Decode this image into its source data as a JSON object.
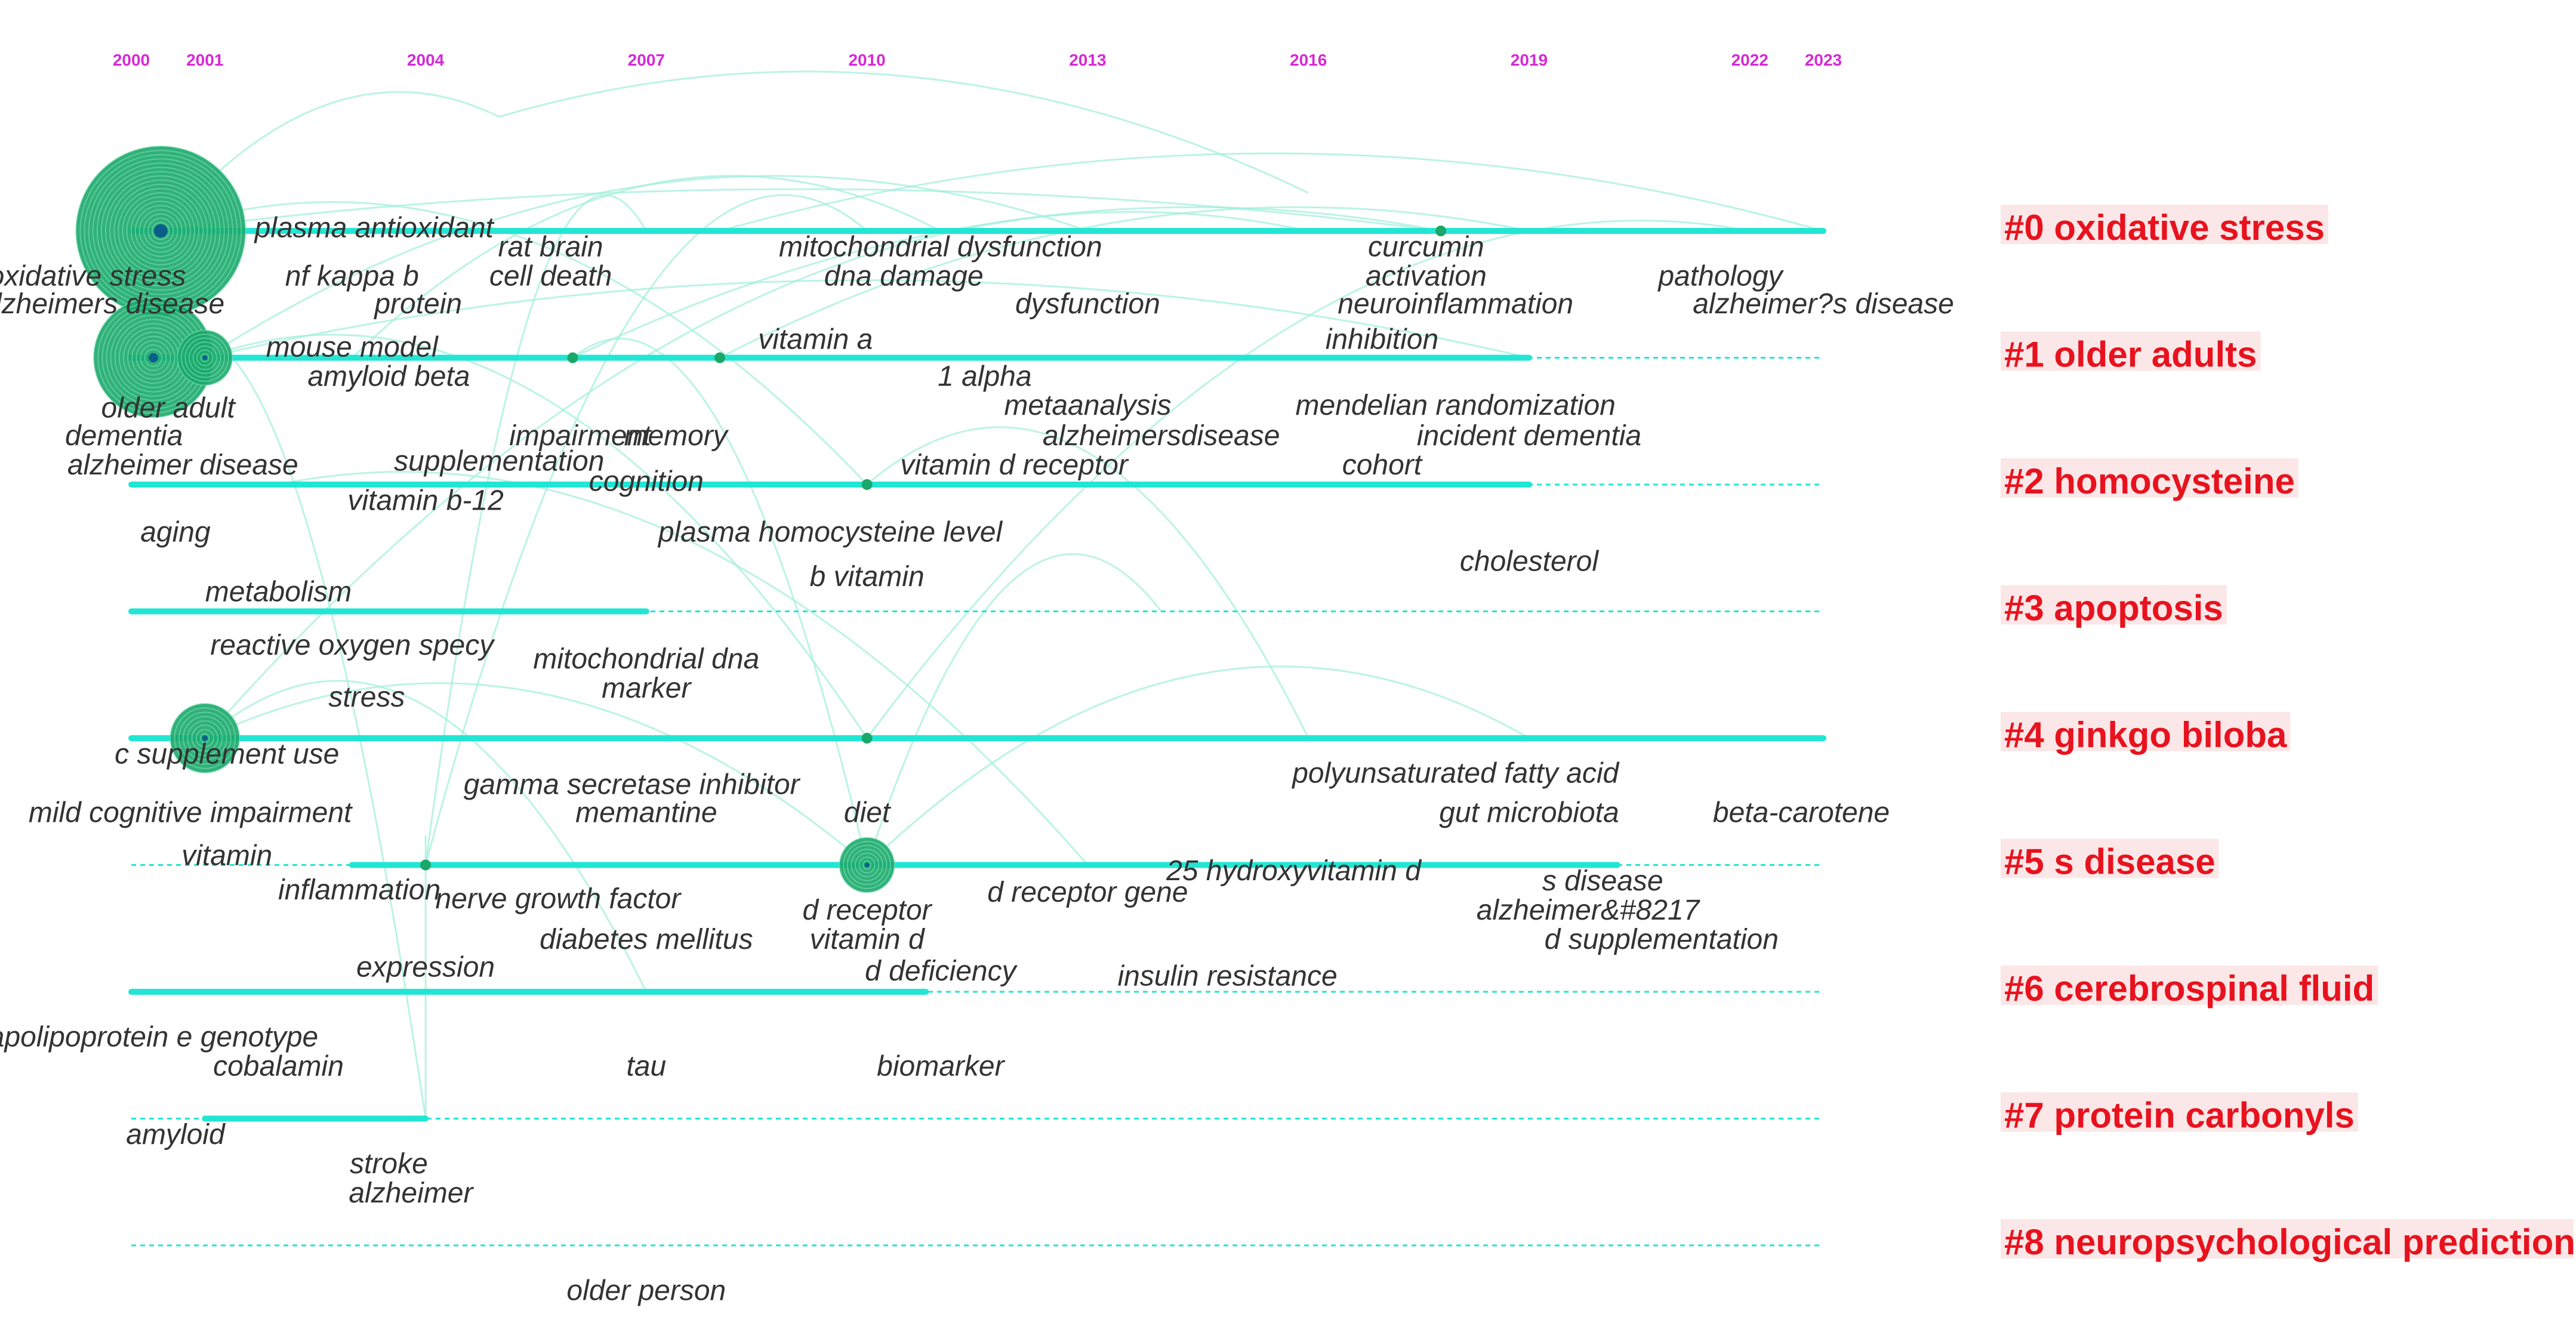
{
  "chart_data": {
    "type": "timeline",
    "colors": {
      "year": "#d629d6",
      "cluster_label": "#e8121e",
      "cluster_label_bg": "#fbe7e7",
      "line": "#22e6d3",
      "node": "#1aa86a",
      "node_core": "#0b5e8a",
      "link": "#9eeedc",
      "text": "#333333"
    },
    "x_range": [
      2000,
      2023
    ],
    "years": [
      {
        "label": "2000",
        "x": 2000
      },
      {
        "label": "2001",
        "x": 2001
      },
      {
        "label": "2004",
        "x": 2004
      },
      {
        "label": "2007",
        "x": 2007
      },
      {
        "label": "2010",
        "x": 2010
      },
      {
        "label": "2013",
        "x": 2013
      },
      {
        "label": "2016",
        "x": 2016
      },
      {
        "label": "2019",
        "x": 2019
      },
      {
        "label": "2022",
        "x": 2022
      },
      {
        "label": "2023",
        "x": 2023
      }
    ],
    "clusters": [
      {
        "id": 0,
        "label": "#0 oxidative stress",
        "spans": [
          [
            2000,
            2023
          ]
        ]
      },
      {
        "id": 1,
        "label": "#1 older adults",
        "spans": [
          [
            2000,
            2019
          ]
        ]
      },
      {
        "id": 2,
        "label": "#2 homocysteine",
        "spans": [
          [
            2000,
            2019
          ]
        ]
      },
      {
        "id": 3,
        "label": "#3 apoptosis",
        "spans": [
          [
            2000,
            2007
          ]
        ]
      },
      {
        "id": 4,
        "label": "#4 ginkgo biloba",
        "spans": [
          [
            2000,
            2023
          ]
        ]
      },
      {
        "id": 5,
        "label": "#5 s disease",
        "spans": [
          [
            2003,
            2020.2
          ]
        ]
      },
      {
        "id": 6,
        "label": "#6 cerebrospinal fluid",
        "spans": [
          [
            2000,
            2010.8
          ]
        ]
      },
      {
        "id": 7,
        "label": "#7 protein carbonyls",
        "spans": [
          [
            2001,
            2004
          ]
        ]
      },
      {
        "id": 8,
        "label": "#8 neuropsychological prediction",
        "spans": []
      }
    ],
    "nodes": [
      {
        "cluster": 0,
        "x": 2000.4,
        "size": 5
      },
      {
        "cluster": 0,
        "x": 2017.8,
        "size": 1
      },
      {
        "cluster": 1,
        "x": 2000.3,
        "size": 4
      },
      {
        "cluster": 1,
        "x": 2001.0,
        "size": 2
      },
      {
        "cluster": 1,
        "x": 2006.0,
        "size": 1
      },
      {
        "cluster": 1,
        "x": 2008.0,
        "size": 1
      },
      {
        "cluster": 2,
        "x": 2010.0,
        "size": 1
      },
      {
        "cluster": 4,
        "x": 2001.0,
        "size": 3
      },
      {
        "cluster": 4,
        "x": 2010.0,
        "size": 1
      },
      {
        "cluster": 5,
        "x": 2010.0,
        "size": 2
      },
      {
        "cluster": 5,
        "x": 2004.0,
        "size": 1
      }
    ],
    "keywords": [
      {
        "text": "plasma antioxidant",
        "x": 2003.3,
        "y": 0.05
      },
      {
        "text": "oxidative stress",
        "x": 1999.4,
        "y": 0.43
      },
      {
        "text": "alzheimers disease",
        "x": 1999.6,
        "y": 0.65
      },
      {
        "text": "nf kappa b",
        "x": 2003.0,
        "y": 0.43
      },
      {
        "text": "protein",
        "x": 2003.9,
        "y": 0.65
      },
      {
        "text": "rat brain",
        "x": 2005.7,
        "y": 0.2
      },
      {
        "text": "cell death",
        "x": 2005.7,
        "y": 0.43
      },
      {
        "text": "mitochondrial dysfunction",
        "x": 2011.0,
        "y": 0.2
      },
      {
        "text": "dna damage",
        "x": 2010.5,
        "y": 0.43
      },
      {
        "text": "dysfunction",
        "x": 2013.0,
        "y": 0.65
      },
      {
        "text": "curcumin",
        "x": 2017.6,
        "y": 0.2
      },
      {
        "text": "activation",
        "x": 2017.6,
        "y": 0.43
      },
      {
        "text": "neuroinflammation",
        "x": 2018.0,
        "y": 0.65
      },
      {
        "text": "pathology",
        "x": 2021.6,
        "y": 0.43
      },
      {
        "text": "alzheimer?s disease",
        "x": 2023.0,
        "y": 0.65
      },
      {
        "text": "mouse model",
        "x": 2003.0,
        "y": 0.99
      },
      {
        "text": "vitamin a",
        "x": 2009.3,
        "y": 0.93
      },
      {
        "text": "inhibition",
        "x": 2017.0,
        "y": 0.93
      },
      {
        "text": "amyloid beta",
        "x": 2003.5,
        "y": 1.22
      },
      {
        "text": "1 alpha",
        "x": 2011.6,
        "y": 1.22
      },
      {
        "text": "older adult",
        "x": 2000.5,
        "y": 1.47
      },
      {
        "text": "metaanalysis",
        "x": 2013.0,
        "y": 1.45
      },
      {
        "text": "mendelian randomization",
        "x": 2018.0,
        "y": 1.45
      },
      {
        "text": "dementia",
        "x": 1999.9,
        "y": 1.69
      },
      {
        "text": "impairment",
        "x": 2006.1,
        "y": 1.69
      },
      {
        "text": "memory",
        "x": 2007.4,
        "y": 1.69
      },
      {
        "text": "alzheimersdisease",
        "x": 2014.0,
        "y": 1.69
      },
      {
        "text": "incident dementia",
        "x": 2019.0,
        "y": 1.69
      },
      {
        "text": "alzheimer disease",
        "x": 2000.7,
        "y": 1.92
      },
      {
        "text": "supplementation",
        "x": 2005.0,
        "y": 1.89
      },
      {
        "text": "vitamin d receptor",
        "x": 2012.0,
        "y": 1.92
      },
      {
        "text": "cohort",
        "x": 2017.0,
        "y": 1.92
      },
      {
        "text": "cognition",
        "x": 2007.0,
        "y": 2.05
      },
      {
        "text": "vitamin b-12",
        "x": 2004.0,
        "y": 2.2
      },
      {
        "text": "aging",
        "x": 2000.6,
        "y": 2.45
      },
      {
        "text": "plasma homocysteine level",
        "x": 2009.5,
        "y": 2.45
      },
      {
        "text": "b vitamin",
        "x": 2010.0,
        "y": 2.8
      },
      {
        "text": "cholesterol",
        "x": 2019.0,
        "y": 2.68
      },
      {
        "text": "metabolism",
        "x": 2002.0,
        "y": 2.92
      },
      {
        "text": "reactive oxygen specy",
        "x": 2003.0,
        "y": 3.34
      },
      {
        "text": "mitochondrial dna",
        "x": 2007.0,
        "y": 3.45
      },
      {
        "text": "marker",
        "x": 2007.0,
        "y": 3.68
      },
      {
        "text": "stress",
        "x": 2003.2,
        "y": 3.75
      },
      {
        "text": "c supplement use",
        "x": 2001.3,
        "y": 4.2
      },
      {
        "text": "polyunsaturated fatty acid",
        "x": 2018.0,
        "y": 4.35
      },
      {
        "text": "gamma secretase inhibitor",
        "x": 2006.8,
        "y": 4.44
      },
      {
        "text": "mild cognitive impairment",
        "x": 2000.8,
        "y": 4.66
      },
      {
        "text": "memantine",
        "x": 2007.0,
        "y": 4.66
      },
      {
        "text": "diet",
        "x": 2010.0,
        "y": 4.66
      },
      {
        "text": "gut microbiota",
        "x": 2019.0,
        "y": 4.66
      },
      {
        "text": "beta-carotene",
        "x": 2022.7,
        "y": 4.66
      },
      {
        "text": "vitamin",
        "x": 2001.3,
        "y": 5.0
      },
      {
        "text": "25 hydroxyvitamin d",
        "x": 2015.8,
        "y": 5.12
      },
      {
        "text": "s disease",
        "x": 2020.0,
        "y": 5.2
      },
      {
        "text": "inflammation",
        "x": 2003.1,
        "y": 5.27
      },
      {
        "text": "nerve growth factor",
        "x": 2005.8,
        "y": 5.34
      },
      {
        "text": "d receptor",
        "x": 2010.0,
        "y": 5.43
      },
      {
        "text": "d receptor gene",
        "x": 2013.0,
        "y": 5.29
      },
      {
        "text": "alzheimer&#8217",
        "x": 2019.8,
        "y": 5.43
      },
      {
        "text": "diabetes mellitus",
        "x": 2007.0,
        "y": 5.66
      },
      {
        "text": "vitamin d",
        "x": 2010.0,
        "y": 5.66
      },
      {
        "text": "d supplementation",
        "x": 2020.8,
        "y": 5.66
      },
      {
        "text": "expression",
        "x": 2004.0,
        "y": 5.88
      },
      {
        "text": "d deficiency",
        "x": 2011.0,
        "y": 5.91
      },
      {
        "text": "insulin resistance",
        "x": 2014.9,
        "y": 5.95
      },
      {
        "text": "apolipoprotein e genotype",
        "x": 2000.3,
        "y": 6.43
      },
      {
        "text": "cobalamin",
        "x": 2002.0,
        "y": 6.66
      },
      {
        "text": "tau",
        "x": 2007.0,
        "y": 6.66
      },
      {
        "text": "biomarker",
        "x": 2011.0,
        "y": 6.66
      },
      {
        "text": "amyloid",
        "x": 2000.6,
        "y": 7.2
      },
      {
        "text": "stroke",
        "x": 2003.5,
        "y": 7.43
      },
      {
        "text": "alzheimer",
        "x": 2003.8,
        "y": 7.66
      },
      {
        "text": "older person",
        "x": 2007.0,
        "y": 8.43
      }
    ]
  }
}
